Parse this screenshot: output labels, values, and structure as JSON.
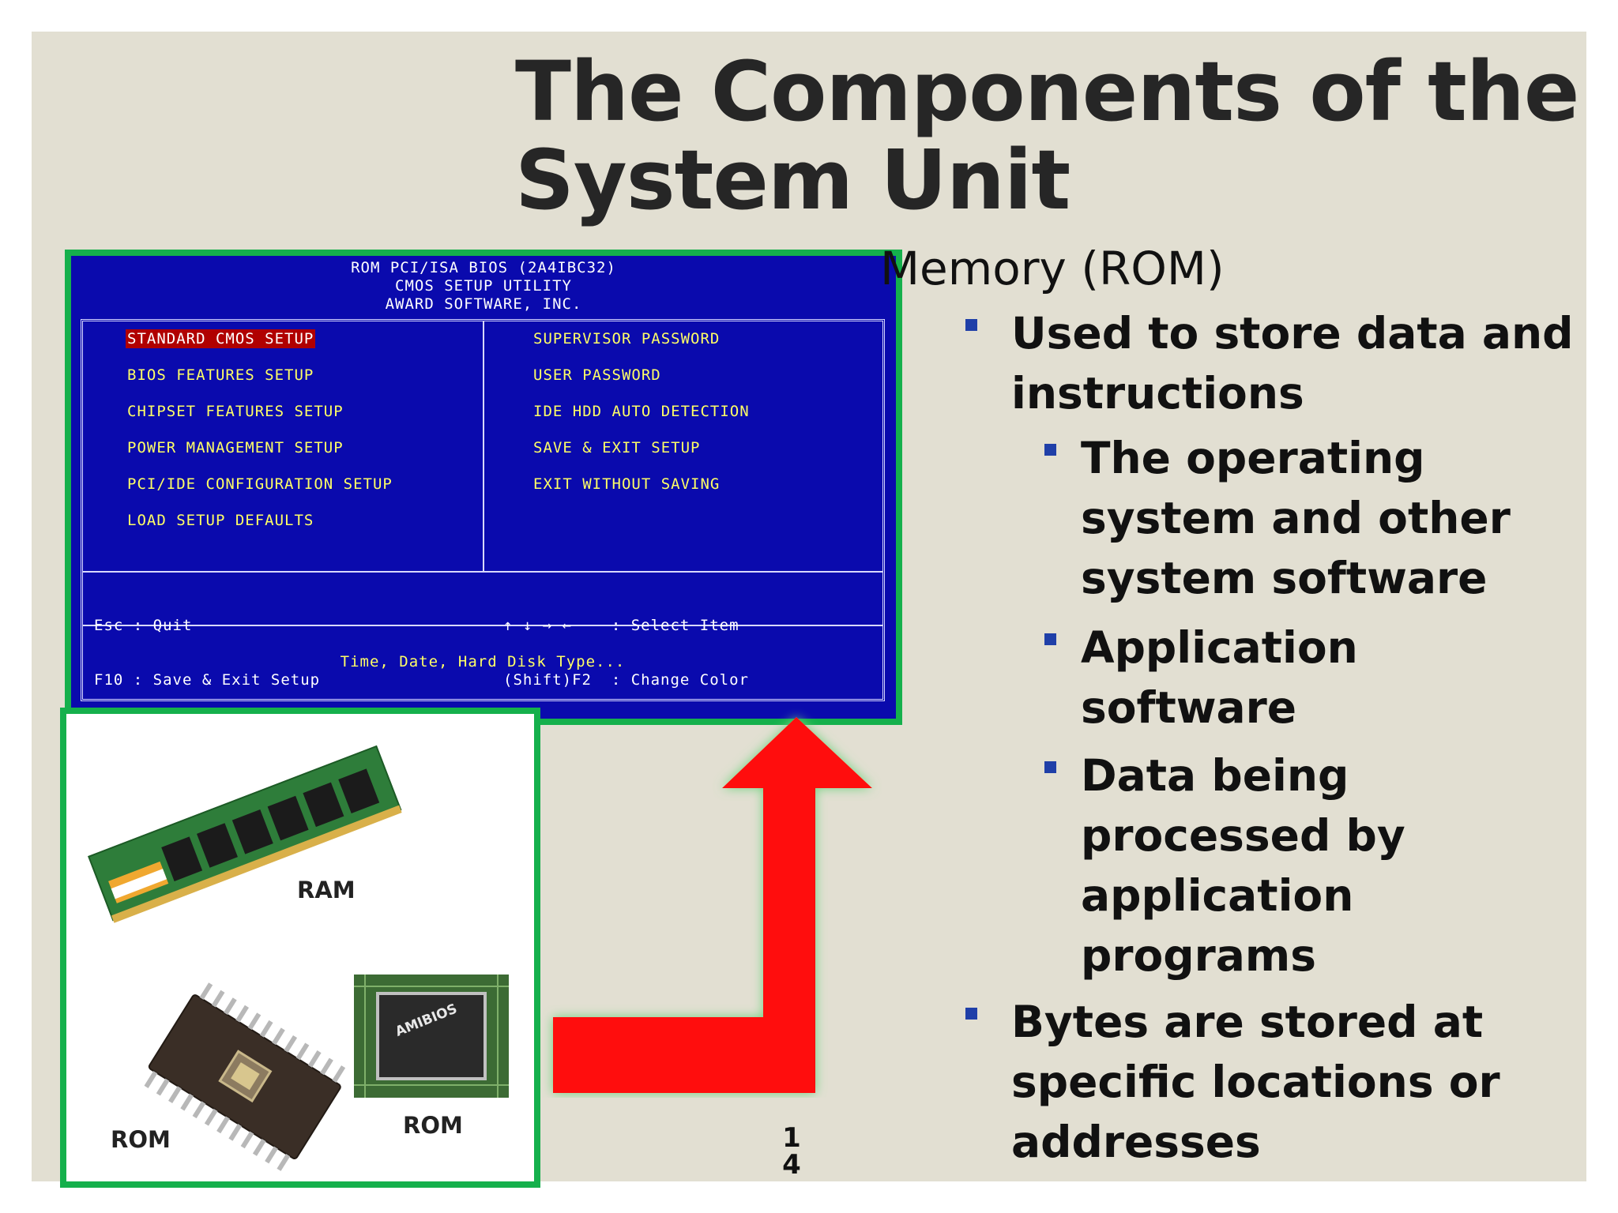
{
  "slide": {
    "title": "The Components of the System Unit",
    "page_number_line1": "1",
    "page_number_line2": "4"
  },
  "bios": {
    "header_line1": "ROM PCI/ISA BIOS (2A4IBC32)",
    "header_line2": "CMOS SETUP UTILITY",
    "header_line3": "AWARD SOFTWARE, INC.",
    "left_items": [
      "STANDARD CMOS SETUP",
      "BIOS FEATURES SETUP",
      "CHIPSET FEATURES SETUP",
      "POWER MANAGEMENT SETUP",
      "PCI/IDE CONFIGURATION SETUP",
      "LOAD SETUP DEFAULTS"
    ],
    "right_items": [
      "SUPERVISOR PASSWORD",
      "USER PASSWORD",
      "IDE HDD AUTO DETECTION",
      "SAVE & EXIT SETUP",
      "EXIT WITHOUT SAVING"
    ],
    "selected_item": "STANDARD CMOS SETUP",
    "help_left_line1": "Esc : Quit",
    "help_left_line2": "F10 : Save & Exit Setup",
    "help_right_line1": "↑ ↓ → ←    : Select Item",
    "help_right_line2": "(Shift)F2  : Change Color",
    "status": "Time, Date, Hard Disk Type..."
  },
  "memory_images": {
    "ram_label": "RAM",
    "rom_label_left": "ROM",
    "rom_label_right": "ROM",
    "chip_text": "AMIBIOS"
  },
  "content": {
    "heading": "Memory (ROM)",
    "bullet1_line1": "Used to store data and",
    "bullet1_line2": "instructions",
    "sub1_line1": "The operating",
    "sub1_line2": "system and other",
    "sub1_line3": "system software",
    "sub2_line1": "Application",
    "sub2_line2": "software",
    "sub3_line1": "Data being",
    "sub3_line2": "processed by",
    "sub3_line3": "application",
    "sub3_line4": "programs",
    "bullet2_line1": "Bytes are stored at",
    "bullet2_line2": "specific locations or",
    "bullet2_line3": "addresses"
  },
  "colors": {
    "slide_background": "#e2dfd2",
    "bios_background": "#0a0aad",
    "frame_green": "#15b04c",
    "arrow_red": "#ff1010",
    "bullet_blue": "#1f3fa8"
  }
}
